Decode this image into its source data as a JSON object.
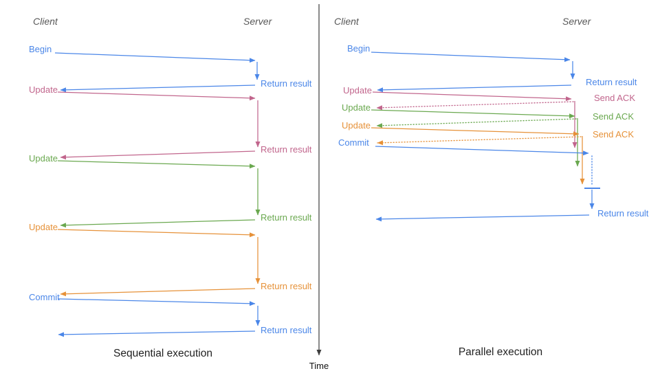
{
  "palette": {
    "blue": "#4a86e8",
    "pink": "#c1658c",
    "green": "#6aa84f",
    "orange": "#e69138",
    "axis": "#3d3d3d",
    "title_text": "#1f1f1f",
    "header_text": "#575757"
  },
  "time_axis": {
    "label": "Time"
  },
  "left_panel": {
    "title": "Sequential execution",
    "client_header": "Client",
    "server_header": "Server",
    "messages": [
      {
        "label": "Begin",
        "color": "blue",
        "response": "Return result"
      },
      {
        "label": "Update",
        "color": "pink",
        "response": "Return result"
      },
      {
        "label": "Update",
        "color": "green",
        "response": "Return result"
      },
      {
        "label": "Update",
        "color": "orange",
        "response": "Return result"
      },
      {
        "label": "Commit",
        "color": "blue",
        "response": "Return result"
      }
    ]
  },
  "right_panel": {
    "title": "Parallel execution",
    "client_header": "Client",
    "server_header": "Server",
    "messages": [
      {
        "label": "Begin",
        "color": "blue",
        "response": "Return result",
        "response_style": "solid"
      },
      {
        "label": "Update",
        "color": "pink",
        "response": "Send ACK",
        "response_style": "dotted"
      },
      {
        "label": "Update",
        "color": "green",
        "response": "Send ACK",
        "response_style": "dotted"
      },
      {
        "label": "Update",
        "color": "orange",
        "response": "Send ACK",
        "response_style": "dotted"
      },
      {
        "label": "Commit",
        "color": "blue",
        "response": "Return result",
        "response_style": "solid"
      }
    ]
  }
}
